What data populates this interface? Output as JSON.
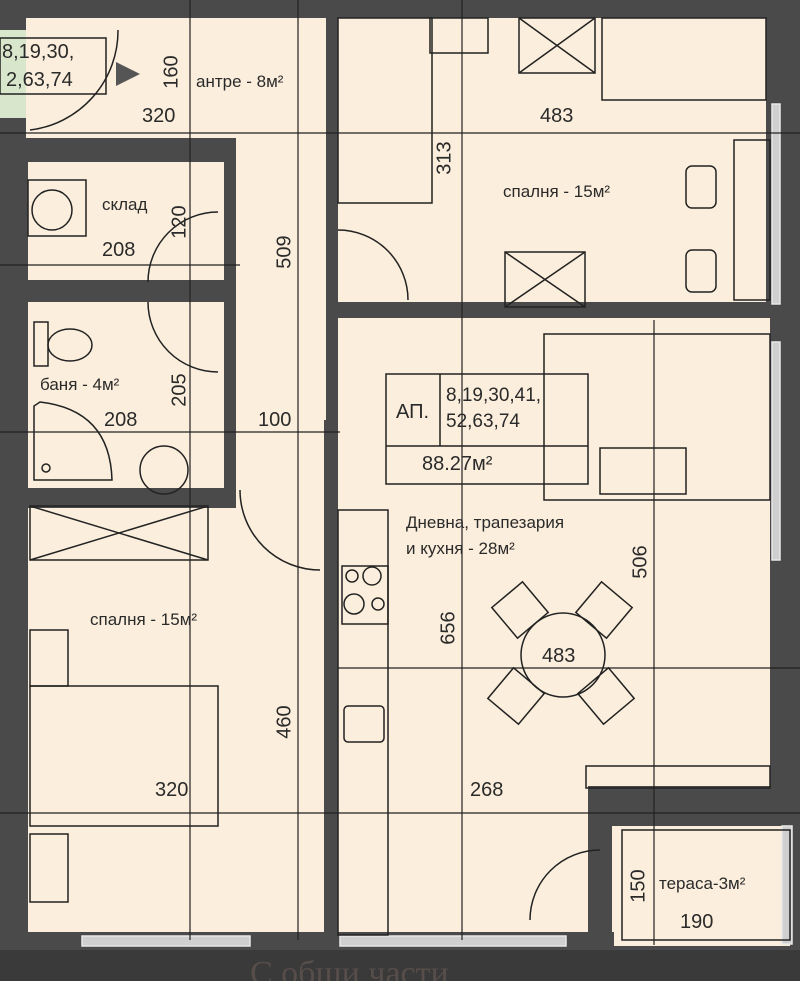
{
  "plan": {
    "colors": {
      "floor": "#fbeedc",
      "wall": "#4a4a4a",
      "line": "#222222",
      "background": "#3a3a3a"
    },
    "apartment": {
      "prefix": "АП.",
      "numbers_line1": "8,19,30,41,",
      "numbers_line2": "52,63,74",
      "area": "88.27м²"
    },
    "neighbor_tag": {
      "line1": "8,19,30,",
      "line2": "2,63,74"
    },
    "rooms": [
      {
        "id": "entrance",
        "label": "антре - 8м²"
      },
      {
        "id": "bedroom-top",
        "label": "спалня - 15м²"
      },
      {
        "id": "storage",
        "label": "склад"
      },
      {
        "id": "bathroom",
        "label": "баня - 4м²"
      },
      {
        "id": "bedroom-bottom",
        "label": "спалня - 15м²"
      },
      {
        "id": "living",
        "label_line1": "Дневна, трапезария",
        "label_line2": "и кухня - 28м²"
      },
      {
        "id": "terrace",
        "label": "тераса-3м²"
      }
    ],
    "dimensions": {
      "entrance_h": "160",
      "entrance_w": "320",
      "bedroom_top_w": "483",
      "bedroom_top_h": "313",
      "storage_w": "208",
      "storage_h": "120",
      "corridor_h": "509",
      "bathroom_h": "205",
      "bathroom_w": "208",
      "corridor_w": "100",
      "bedroom_bottom_h": "460",
      "bedroom_bottom_w": "320",
      "living_h1": "506",
      "living_h2": "656",
      "living_w_table": "483",
      "living_w_bottom": "268",
      "terrace_h": "150",
      "terrace_w": "190"
    },
    "footer_text": "С общи части"
  }
}
